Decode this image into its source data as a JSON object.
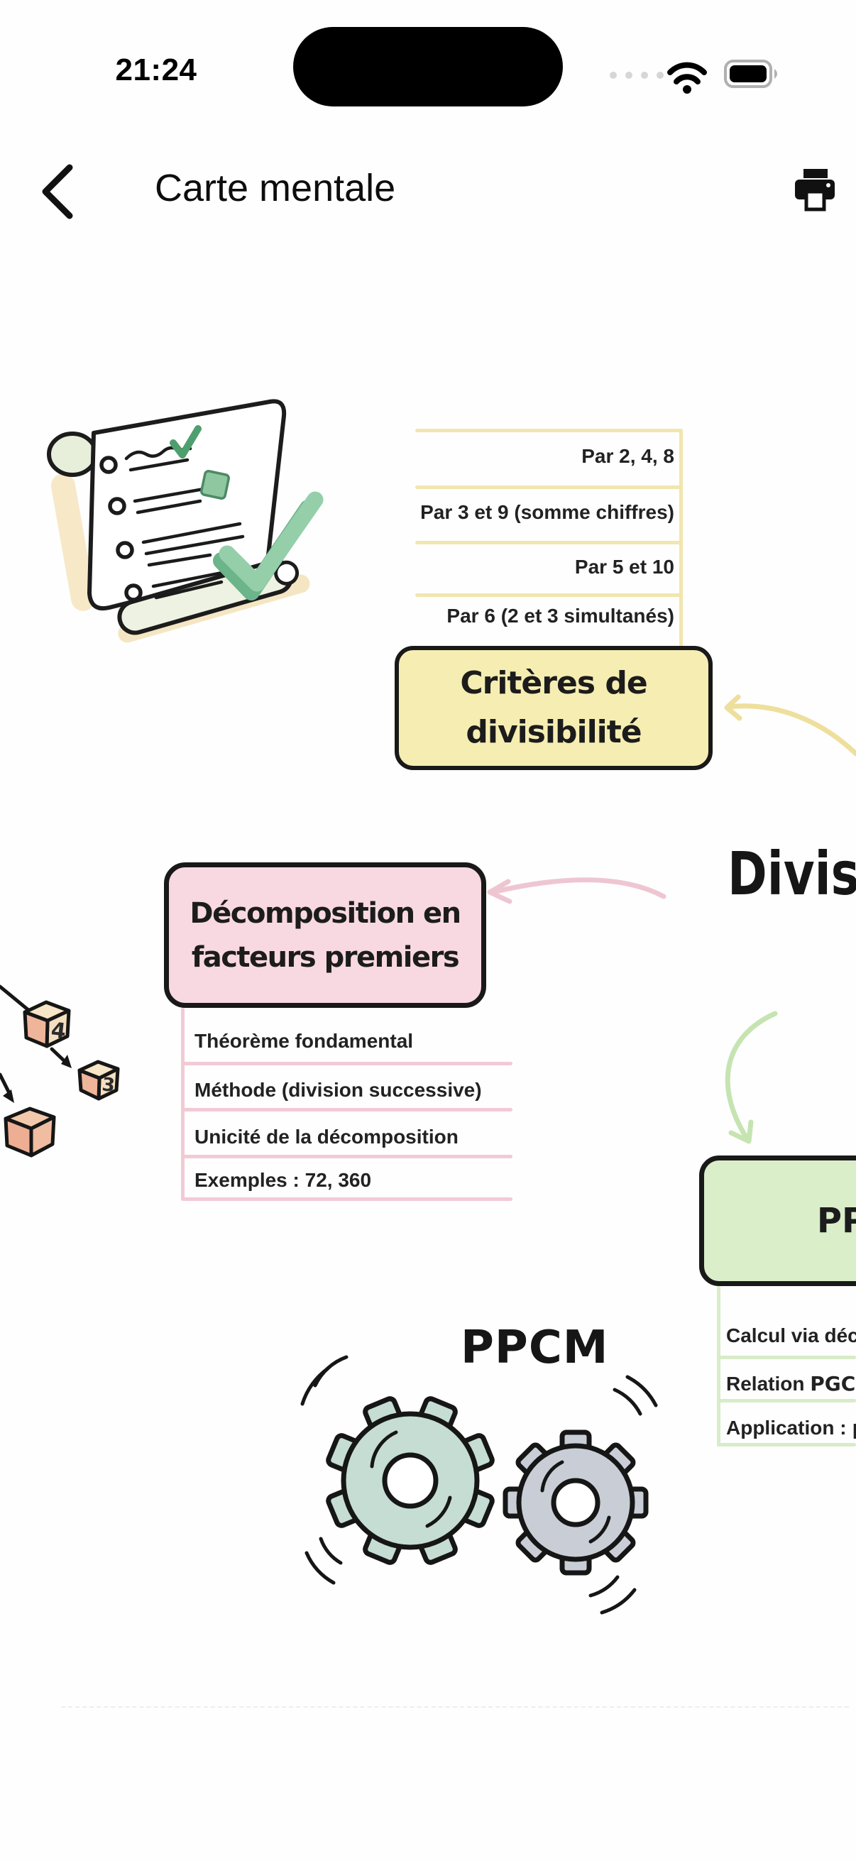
{
  "status_bar": {
    "time": "21:24",
    "signal_dots": 4
  },
  "nav_bar": {
    "title": "Carte mentale"
  },
  "mindmap": {
    "central_label": "Divisib",
    "divisibility_node": {
      "line1": "Critères de",
      "line2": "divisibilité",
      "items": [
        "Par 2, 4, 8",
        "Par 3 et 9 (somme chiffres)",
        "Par 5 et 10",
        "Par 6 (2 et 3 simultanés)"
      ],
      "fill": "#f6edb2",
      "accent": "#f1e6ae"
    },
    "decomposition_node": {
      "line1": "Décomposition en",
      "line2": "facteurs premiers",
      "items": [
        "Théorème fondamental",
        "Méthode (division successive)",
        "Unicité de la décomposition",
        "Exemples : 72, 360"
      ],
      "fill": "#f8d9e1",
      "accent": "#f2cad5"
    },
    "ppcm_node": {
      "title": "PPCM",
      "items": [
        {
          "pre": "Calcul via déc",
          "bold": ""
        },
        {
          "pre": "Relation ",
          "bold": "PGC"
        },
        {
          "pre": "Application : ",
          "bold": "p"
        }
      ],
      "fill": "#daeec9",
      "accent": "#d8ecc8"
    },
    "gears_label": "PPCM",
    "cubes": {
      "numbers": [
        "4",
        "3"
      ]
    }
  }
}
